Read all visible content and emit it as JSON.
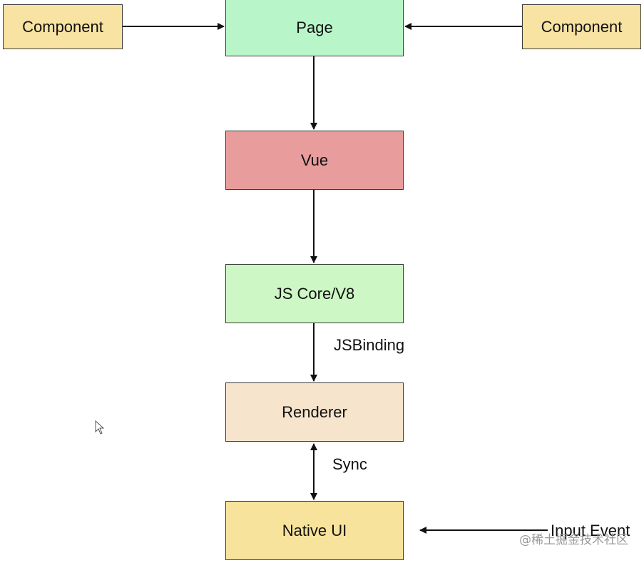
{
  "nodes": {
    "component_left": {
      "label": "Component",
      "color": "#f8e3a3"
    },
    "page": {
      "label": "Page",
      "color": "#b8f5c8"
    },
    "component_right": {
      "label": "Component",
      "color": "#f8e3a3"
    },
    "vue": {
      "label": "Vue",
      "color": "#e89c9c"
    },
    "js_core": {
      "label": "JS Core/V8",
      "color": "#cdf7c5"
    },
    "renderer": {
      "label": "Renderer",
      "color": "#f7e4cc"
    },
    "native_ui": {
      "label": "Native UI",
      "color": "#f8e39c"
    }
  },
  "edge_labels": {
    "jsbinding": "JSBinding",
    "sync": "Sync",
    "input_event": "Input Event"
  },
  "watermark": "@稀土掘金技术社区",
  "colors": {
    "border": "#3a3a3a",
    "arrow": "#111111"
  },
  "icons": {
    "cursor": "mouse-cursor-icon"
  }
}
